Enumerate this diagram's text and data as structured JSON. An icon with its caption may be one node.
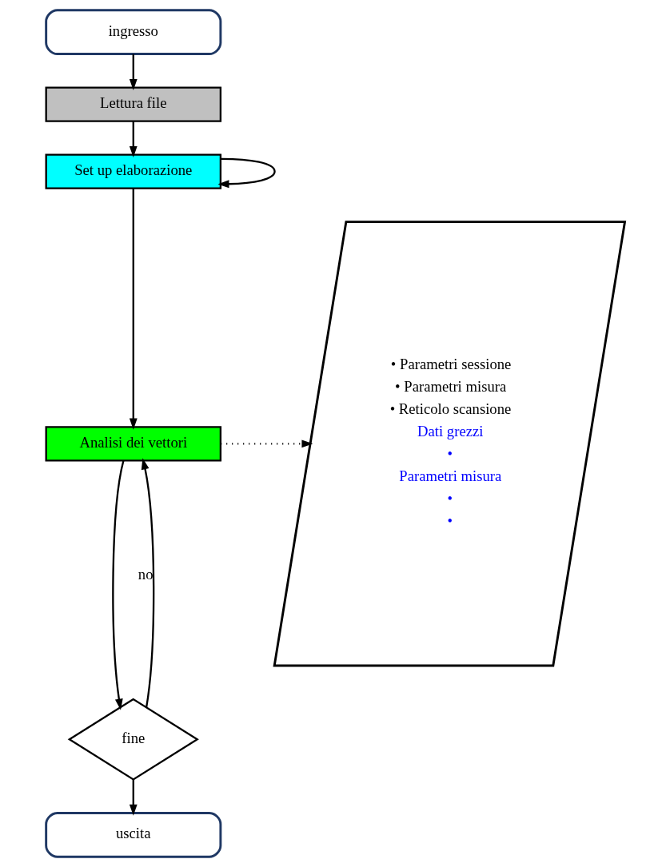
{
  "diagram": {
    "nodes": [
      {
        "text": [
          "ingresso"
        ]
      },
      {
        "text": [
          "Lettura file"
        ]
      },
      {
        "text": [
          "Set up elaborazione"
        ]
      },
      {
        "text": [
          "Analisi dei vettori"
        ]
      },
      {
        "text": [
          "fine"
        ]
      },
      {
        "text": [
          "uscita"
        ]
      },
      {
        "text": [
          "• Parametri sessione",
          "• Parametri misura",
          "• Reticolo scansione",
          "Dati grezzi",
          "•",
          "Parametri misura",
          "•",
          "•"
        ]
      }
    ],
    "edges": [
      {
        "from": 0,
        "to": 1,
        "arrow": "to"
      },
      {
        "from": 1,
        "to": 2,
        "arrow": "to"
      },
      {
        "from": 2,
        "to": 2,
        "arrow": "to"
      },
      {
        "from": 2,
        "to": 3,
        "arrow": "to"
      },
      {
        "from": 4,
        "to": 3,
        "label": "no",
        "arrow": "to"
      },
      {
        "from": 3,
        "to": 4,
        "arrow": "to"
      },
      {
        "from": 3,
        "to": 6,
        "arrow": "to",
        "style": "dashed"
      },
      {
        "from": 4,
        "to": 5,
        "arrow": "to"
      }
    ]
  }
}
